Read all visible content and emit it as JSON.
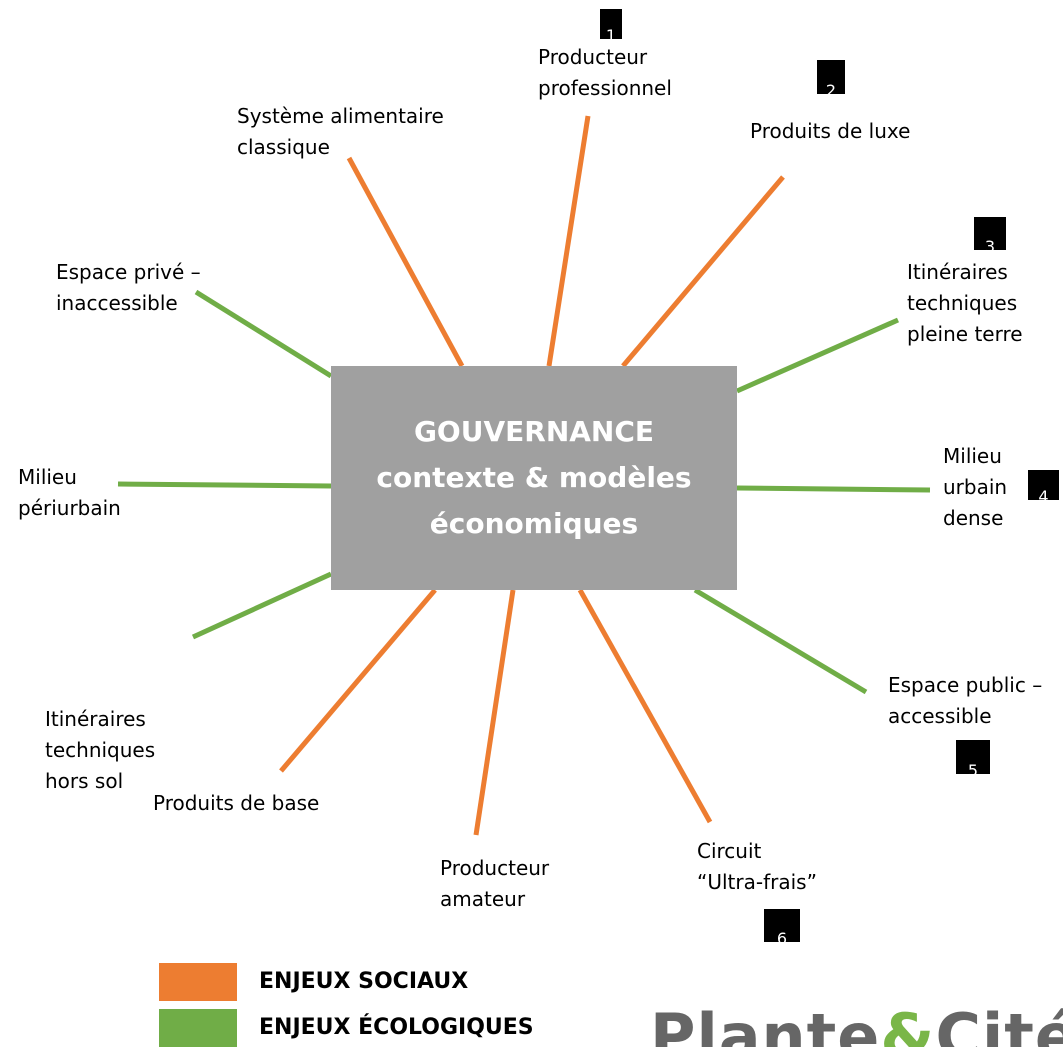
{
  "center": {
    "line1": "GOUVERNANCE",
    "line2": "contexte & modèles",
    "line3": "économiques"
  },
  "labels": {
    "producteur_pro": [
      "Producteur",
      "professionnel"
    ],
    "produits_luxe": [
      "Produits de luxe"
    ],
    "itineraires_pleine_terre": [
      "Itinéraires",
      "techniques",
      "pleine terre"
    ],
    "milieu_urbain": [
      "Milieu",
      "urbain",
      "dense"
    ],
    "espace_public": [
      "Espace public –",
      "accessible"
    ],
    "circuit_ultra_frais": [
      "Circuit",
      "“Ultra-frais”"
    ],
    "producteur_amateur": [
      "Producteur",
      "amateur"
    ],
    "produits_base": [
      "Produits de base"
    ],
    "itineraires_hors_sol": [
      "Itinéraires",
      "techniques",
      "hors sol"
    ],
    "milieu_periurbain": [
      "Milieu",
      "périurbain"
    ],
    "espace_prive": [
      "Espace privé –",
      "inaccessible"
    ],
    "systeme_alimentaire": [
      "Système alimentaire",
      "classique"
    ]
  },
  "badges": [
    "1",
    "2",
    "3",
    "4",
    "5",
    "6"
  ],
  "legend": {
    "social": "ENJEUX SOCIAUX",
    "ecological": "ENJEUX ÉCOLOGIQUES"
  },
  "colors": {
    "social": "#ed7d31",
    "ecological": "#70ad47",
    "center_box": "#a0a0a0"
  },
  "logo": {
    "part1": "Plante",
    "amp": "&",
    "part2": "Cité"
  }
}
